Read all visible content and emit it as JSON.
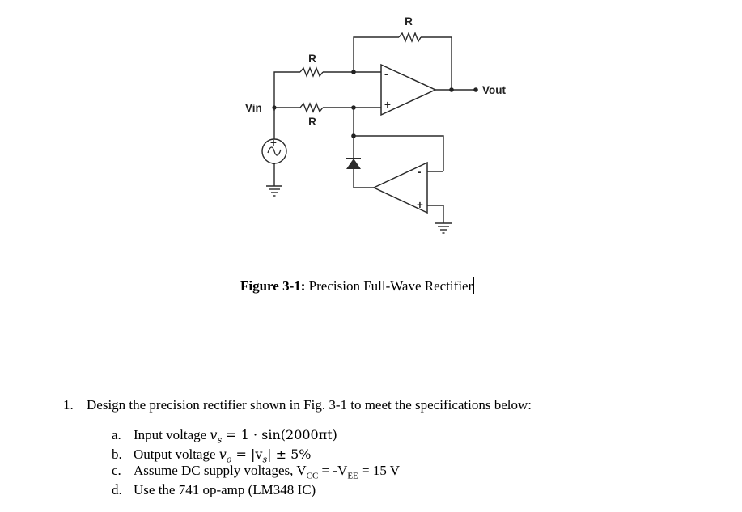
{
  "circuit": {
    "labels": {
      "r_feedback": "R",
      "r_top": "R",
      "r_bottom": "R",
      "vin": "Vin",
      "vout": "Vout",
      "opamp1_minus": "-",
      "opamp1_plus": "+",
      "opamp2_minus": "-",
      "opamp2_plus": "+",
      "source_plus": "+",
      "source_minus": "-"
    }
  },
  "caption": {
    "prefix": "Figure 3-1:",
    "text": " Precision Full-Wave Rectifier"
  },
  "question": {
    "number": "1.",
    "text": "Design the precision rectifier shown in Fig. 3-1 to meet the specifications below:",
    "items": [
      {
        "letter": "a.",
        "text": "Input voltage ",
        "math_var": "v",
        "math_sub": "s",
        "math_rest": " = 1 · sin(2000πt)"
      },
      {
        "letter": "b.",
        "text": "Output voltage ",
        "math_var": "v",
        "math_sub": "o",
        "math_rest": " = |v",
        "math_sub2": "s",
        "math_end": "| ± 5%"
      },
      {
        "letter": "c.",
        "text_a": "Assume DC supply voltages, V",
        "sub1": "CC",
        "text_b": " = -V",
        "sub2": "EE",
        "text_c": " = 15  V"
      },
      {
        "letter": "d.",
        "text": "Use the 741 op-amp (LM348 IC)"
      }
    ]
  }
}
